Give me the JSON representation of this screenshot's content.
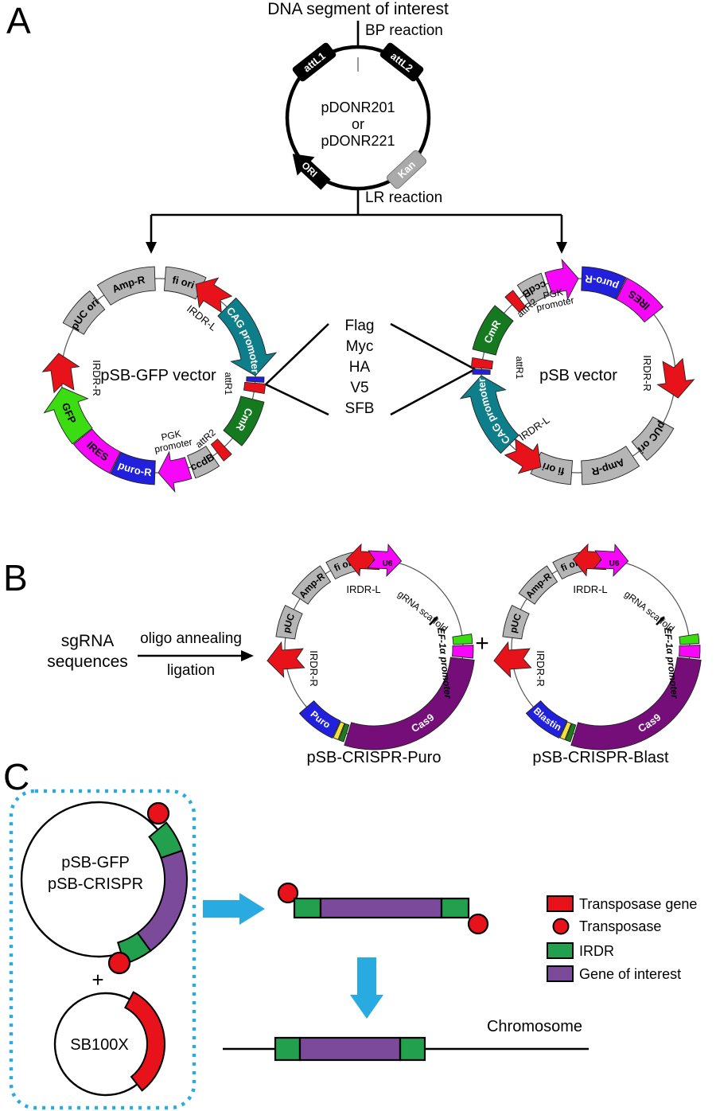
{
  "colors": {
    "red": "#e8121b",
    "teal": "#0e7f8a",
    "cmr_green": "#157a1f",
    "gfp_green": "#3bdc12",
    "magenta": "#f707f7",
    "blue": "#2121dd",
    "cas9_purple": "#750e79",
    "poi_purple": "#7b4a9b",
    "irdr_green": "#22a04d",
    "cyan": "#29abe2",
    "gray": "#b5b5b5",
    "yellow": "#f0e13c",
    "sliver_green": "#1d7c1d",
    "black": "#000000"
  },
  "panel_a": {
    "letter": "A",
    "title": "DNA segment of interest",
    "bp_label": "BP reaction",
    "lr_label": "LR reaction",
    "donor": {
      "line1": "pDONR201",
      "line2": "or",
      "line3": "pDONR221",
      "attl1": "attL1",
      "attl2": "attL2",
      "ori": "ORI",
      "kan": "Kan"
    },
    "tags": [
      "Flag",
      "Myc",
      "HA",
      "V5",
      "SFB"
    ],
    "left_plasmid_name": "pSB-GFP vector",
    "right_plasmid_name": "pSB vector",
    "features": {
      "puc_ori": "pUC ori",
      "amp_r": "Amp-R",
      "fi_ori": "fi ori",
      "irdr_l": "IRDR-L",
      "cag": "CAG promoter",
      "attr1": "attR1",
      "cmr": "CmR",
      "attr2": "attR2",
      "ccdb": "ccdB",
      "pgk1": "PGK",
      "pgk2": "promoter",
      "puro_r": "puro-R",
      "ires": "IRES",
      "gfp": "GFP",
      "irdr_r": "IRDR-R"
    }
  },
  "panel_b": {
    "letter": "B",
    "input_line1": "sgRNA",
    "input_line2": "sequences",
    "arrow_top": "oligo annealing",
    "arrow_bottom": "ligation",
    "plus": "+",
    "left_caption": "pSB-CRISPR-Puro",
    "right_caption": "pSB-CRISPR-Blast",
    "features": {
      "puc": "pUC",
      "amp_r": "Amp-R",
      "fi_ori": "fi ori",
      "irdr_l": "IRDR-L",
      "u6": "U6",
      "grna": "gRNA scaffold",
      "ef1a": "EF-1α promoter",
      "cas9": "Cas9",
      "puro": "Puro",
      "blast": "Blastin",
      "irdr_r": "IRDR-R"
    }
  },
  "panel_c": {
    "letter": "C",
    "box_line1": "pSB-GFP",
    "box_line2": "pSB-CRISPR",
    "plus": "+",
    "sb100x": "SB100X",
    "chromosome": "Chromosome",
    "legend": [
      {
        "swatch": "rect-red",
        "label": "Transposase gene"
      },
      {
        "swatch": "circle-red",
        "label": "Transposase"
      },
      {
        "swatch": "rect-green",
        "label": "IRDR"
      },
      {
        "swatch": "rect-purple",
        "label": "Gene of interest"
      }
    ]
  }
}
